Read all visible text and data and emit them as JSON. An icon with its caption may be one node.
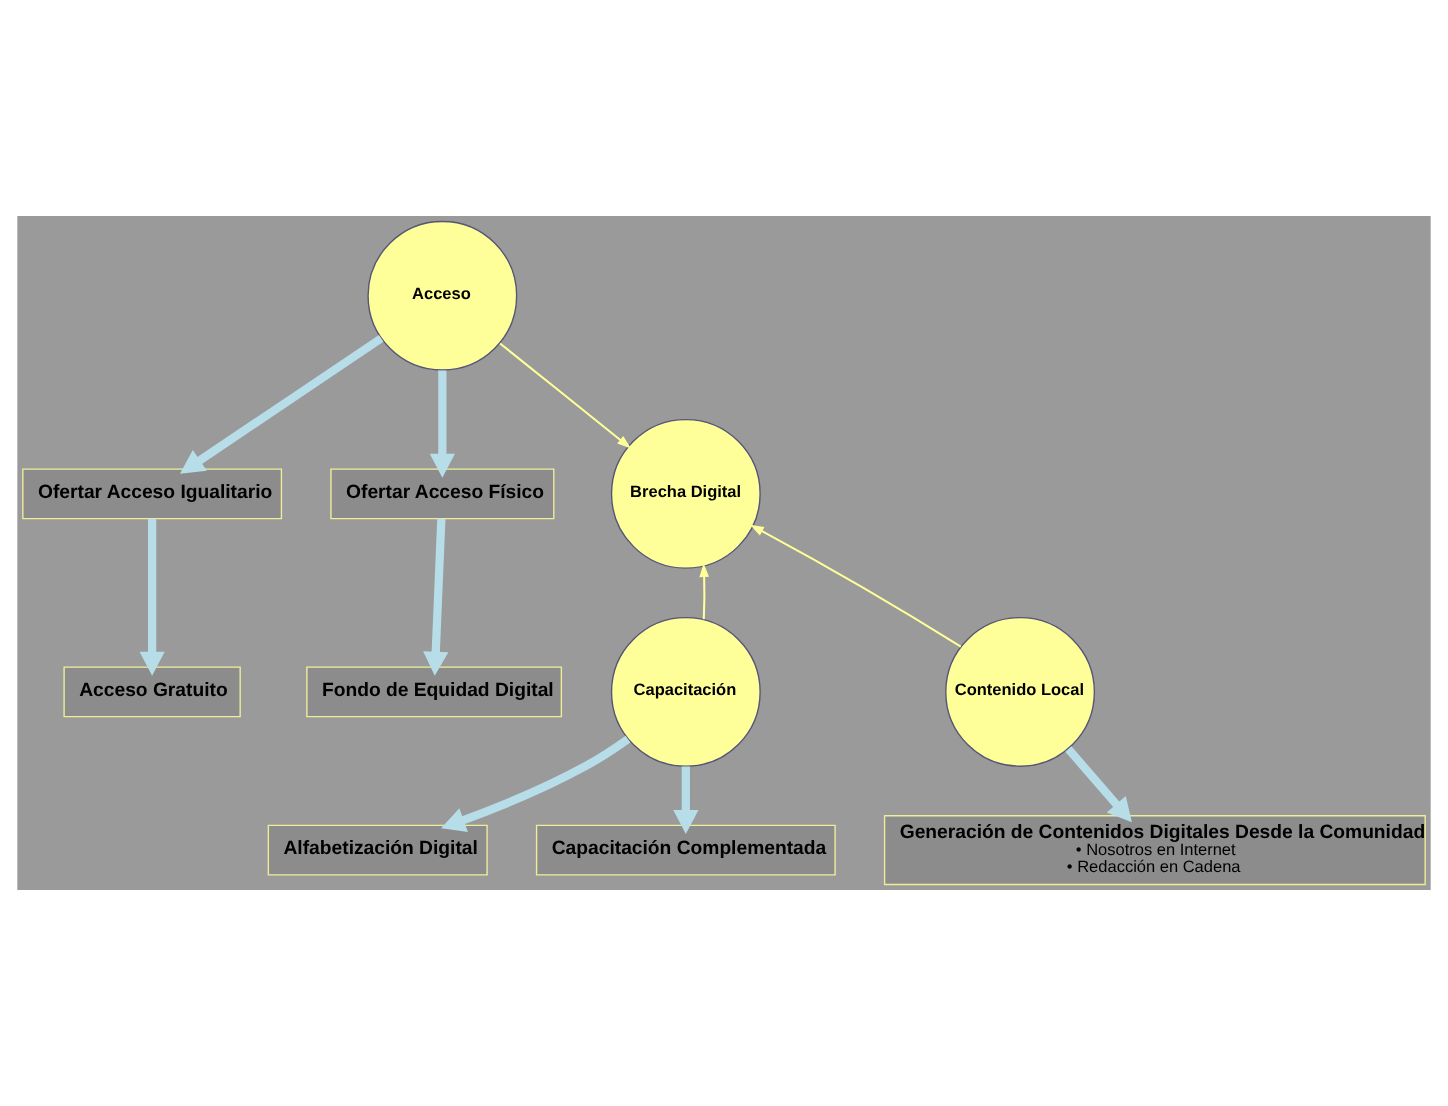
{
  "diagram": {
    "nodes": [
      {
        "text": [
          "Acceso"
        ]
      },
      {
        "text": [
          "Ofertar Acceso Igualitario"
        ]
      },
      {
        "text": [
          "Ofertar Acceso Físico"
        ]
      },
      {
        "text": [
          "Acceso Gratuito"
        ]
      },
      {
        "text": [
          "Fondo de Equidad Digital"
        ]
      },
      {
        "text": [
          "Brecha Digital"
        ]
      },
      {
        "text": [
          "Alfabetización Digital"
        ]
      },
      {
        "text": [
          "Capacitación"
        ]
      },
      {
        "text": [
          "Contenido Local"
        ]
      },
      {
        "text": [
          "Generación de Contenidos Digitales Desde la Comunidad",
          "• Nosotros en Internet",
          "• Redacción en Cadena"
        ]
      },
      {
        "text": [
          "Capacitación Complementada"
        ]
      }
    ],
    "edges": [
      {
        "from": 0,
        "to": 1,
        "arrow": "to"
      },
      {
        "from": 0,
        "to": 2,
        "arrow": "to"
      },
      {
        "from": 1,
        "to": 3,
        "arrow": "to"
      },
      {
        "from": 2,
        "to": 4,
        "arrow": "to"
      },
      {
        "from": 0,
        "to": 5,
        "arrow": "to",
        "color": "#ffff99"
      },
      {
        "from": 7,
        "to": 5,
        "arrow": "to",
        "color": "#ffff99"
      },
      {
        "from": 8,
        "to": 5,
        "arrow": "to",
        "color": "#ffff99"
      },
      {
        "from": 7,
        "to": 6,
        "arrow": "to"
      },
      {
        "from": 7,
        "to": 10,
        "arrow": "to"
      },
      {
        "from": 8,
        "to": 9,
        "arrow": "to"
      }
    ]
  }
}
